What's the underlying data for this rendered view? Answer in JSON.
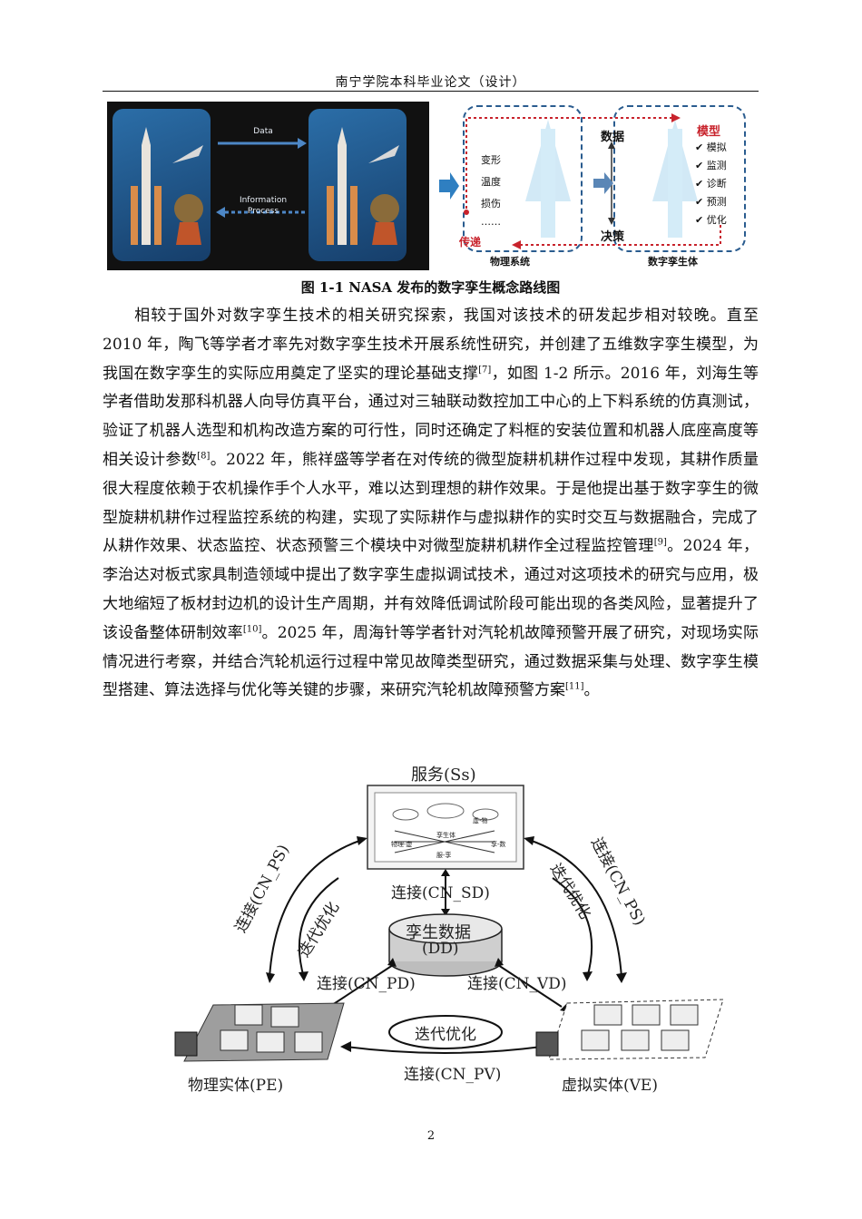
{
  "header": {
    "title": "南宁学院本科毕业论文（设计）"
  },
  "figure1": {
    "left": {
      "data_label": "Data",
      "info_label_1": "Information",
      "info_label_2": "Process"
    },
    "right": {
      "data_arrow": "数据",
      "decision_arrow": "决策",
      "transmit_label": "传递",
      "physical_items": [
        "变形",
        "温度",
        "损伤",
        "……"
      ],
      "model_title": "模型",
      "model_items": [
        "模拟",
        "监测",
        "诊断",
        "预测",
        "优化"
      ],
      "physical_system": "物理系统",
      "digital_twin": "数字孪生体"
    },
    "caption": "图 1-1  NASA 发布的数字孪生概念路线图"
  },
  "body": {
    "p1": "相较于国外对数字孪生技术的相关研究探索，我国对该技术的研发起步相对较晚。直至 2010 年，陶飞等学者才率先对数字孪生技术开展系统性研究，并创建了五维数字孪生模型，为我国在数字孪生的实际应用奠定了坚实的理论基础支撑",
    "c7": "[7]",
    "p2": "，如图 1-2 所示。2016 年，刘海生等学者借助发那科机器人向导仿真平台，通过对三轴联动数控加工中心的上下料系统的仿真测试，验证了机器人选型和机构改造方案的可行性，同时还确定了料框的安装位置和机器人底座高度等相关设计参数",
    "c8": "[8]",
    "p3": "。2022 年，熊祥盛等学者在对传统的微型旋耕机耕作过程中发现，其耕作质量很大程度依赖于农机操作手个人水平，难以达到理想的耕作效果。于是他提出基于数字孪生的微型旋耕机耕作过程监控系统的构建，实现了实际耕作与虚拟耕作的实时交互与数据融合，完成了从耕作效果、状态监控、状态预警三个模块中对微型旋耕机耕作全过程监控管理",
    "c9": "[9]",
    "p4": "。2024 年，李治达对板式家具制造领域中提出了数字孪生虚拟调试技术，通过对这项技术的研究与应用，极大地缩短了板材封边机的设计生产周期，并有效降低调试阶段可能出现的各类风险，显著提升了该设备整体研制效率",
    "c10": "[10]",
    "p5": "。2025 年，周海针等学者针对汽轮机故障预警开展了研究，对现场实际情况进行考察，并结合汽轮机运行过程中常见故障类型研究，通过数据采集与处理、数字孪生模型搭建、算法选择与优化等关键的步骤，来研究汽轮机故障预警方案",
    "c11": "[11]",
    "p6": "。"
  },
  "figure2": {
    "services": "服务(Ss)",
    "twin_data_1": "孪生数据",
    "twin_data_2": "(DD)",
    "cn_sd": "连接(CN_SD)",
    "cn_ps_left": "连接(CN_PS)",
    "iter_left": "迭代优化",
    "cn_ps_right": "连接(CN_PS)",
    "iter_right": "迭代优化",
    "cn_pd": "连接(CN_PD)",
    "cn_vd": "连接(CN_VD)",
    "iter_bottom": "迭代优化",
    "cn_pv": "连接(CN_PV)",
    "pe": "物理实体(PE)",
    "ve": "虚拟实体(VE)",
    "screen_labels": [
      "物理-虚",
      "虚-物",
      "孪-数",
      "服-孪",
      "孪生体"
    ]
  },
  "page_number": "2"
}
